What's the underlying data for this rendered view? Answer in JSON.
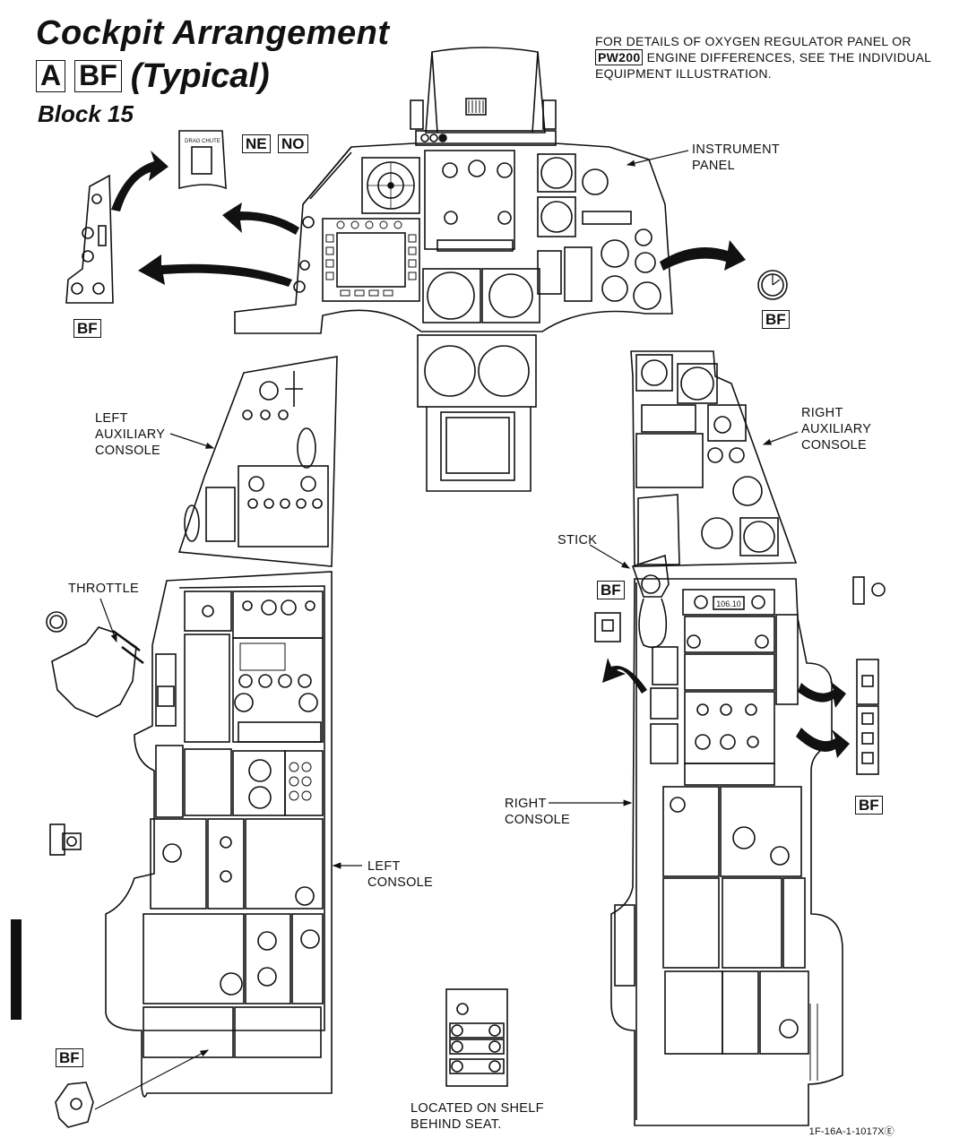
{
  "header": {
    "title_line1": "Cockpit Arrangement",
    "tag_a": "A",
    "tag_bf": "BF",
    "title_suffix": "(Typical)",
    "subtitle": "Block 15"
  },
  "note": {
    "part1": "FOR DETAILS OF OXYGEN REGULATOR PANEL OR ",
    "tag": "PW200",
    "part2": " ENGINE DIFFERENCES, SEE THE INDIVIDUAL EQUIPMENT ILLUSTRATION."
  },
  "callouts": {
    "instrument_panel": "INSTRUMENT\nPANEL",
    "left_aux_console": "LEFT\nAUXILIARY\nCONSOLE",
    "right_aux_console": "RIGHT\nAUXILIARY\nCONSOLE",
    "throttle": "THROTTLE",
    "stick": "STICK",
    "right_console": "RIGHT\nCONSOLE",
    "left_console": "LEFT\nCONSOLE",
    "shelf": "LOCATED ON SHELF\nBEHIND SEAT."
  },
  "tags": {
    "ne": "NE",
    "no": "NO",
    "bf": "BF"
  },
  "insets": {
    "drag_chute_label": "DRAG CHUTE"
  },
  "displays": {
    "right_console_freq": "106.10"
  },
  "footer": {
    "figure_id": "1F-16A-1-1017XⒺ"
  }
}
